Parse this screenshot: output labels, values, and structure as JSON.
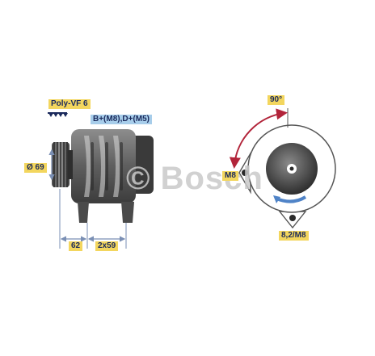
{
  "labels": {
    "belt_type": "Poly-VF 6",
    "terminals": "B+(M8),D+(M5)",
    "pulley_diameter": "Ø 69",
    "dim_left": "62",
    "dim_right": "2x59",
    "angle": "90°",
    "mount_thread": "M8",
    "bottom_mount": "8,2/M8"
  },
  "watermark": "© Bosch",
  "colors": {
    "label_yellow": "#f3d65e",
    "label_blue": "#a7cdea",
    "dimension_line": "#7a8fb4",
    "angle_arrow": "#b2243a",
    "rotation_arrow": "#4f83c7",
    "body_gray": "#6a6a6a"
  }
}
